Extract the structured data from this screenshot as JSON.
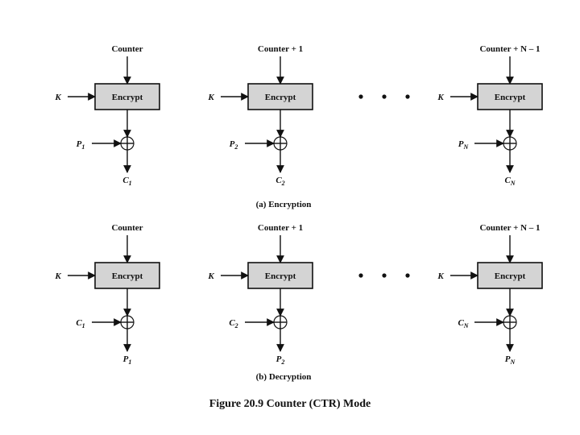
{
  "blocks": {
    "encrypt_label": "Encrypt",
    "key_label": "K",
    "xor_symbol": "⊕"
  },
  "encryption": {
    "caption": "(a) Encryption",
    "counters": [
      "Counter",
      "Counter + 1",
      "Counter + N – 1"
    ],
    "inputs": [
      {
        "base": "P",
        "sub": "1"
      },
      {
        "base": "P",
        "sub": "2"
      },
      {
        "base": "P",
        "sub": "N"
      }
    ],
    "outputs": [
      {
        "base": "C",
        "sub": "1"
      },
      {
        "base": "C",
        "sub": "2"
      },
      {
        "base": "C",
        "sub": "N"
      }
    ]
  },
  "decryption": {
    "caption": "(b) Decryption",
    "counters": [
      "Counter",
      "Counter + 1",
      "Counter + N – 1"
    ],
    "inputs": [
      {
        "base": "C",
        "sub": "1"
      },
      {
        "base": "C",
        "sub": "2"
      },
      {
        "base": "C",
        "sub": "N"
      }
    ],
    "outputs": [
      {
        "base": "P",
        "sub": "1"
      },
      {
        "base": "P",
        "sub": "2"
      },
      {
        "base": "P",
        "sub": "N"
      }
    ]
  },
  "ellipsis": "• • •",
  "figure_title": "Figure 20.9  Counter (CTR) Mode"
}
